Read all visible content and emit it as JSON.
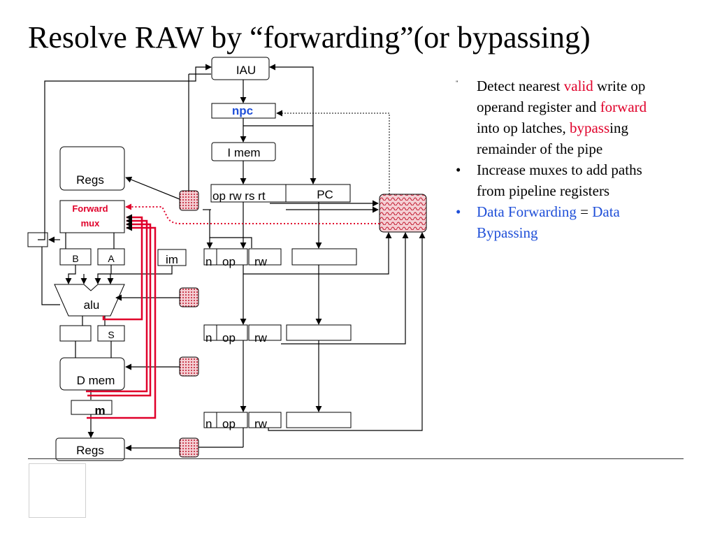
{
  "slide": {
    "title": "Resolve RAW by “forwarding”(or bypassing)"
  },
  "bullets": {
    "b1": {
      "mark": "\"",
      "t1": "Detect nearest ",
      "t2": "valid",
      "t3": " write op operand register and ",
      "t4": "forward",
      "t5": " into op latches, ",
      "t6": "bypass",
      "t7": "ing remainder of the pipe"
    },
    "b2": {
      "mark": "•",
      "text": "Increase muxes to add paths from pipeline registers"
    },
    "b3": {
      "mark": "•",
      "t1": "Data Forwarding",
      "t2": " = ",
      "t3": "Data Bypassing"
    }
  },
  "diagram": {
    "iau": "IAU",
    "npc": "npc",
    "imem": "I mem",
    "regs_top": "Regs",
    "forward": "Forward",
    "mux": "mux",
    "decode_fields": "op rw rs rt",
    "pc": "PC",
    "b": "B",
    "a": "A",
    "im": "im",
    "n": "n",
    "op": "op",
    "rw": "rw",
    "alu": "alu",
    "s": "S",
    "dmem": "D mem",
    "m": "m",
    "regs_bottom": "Regs"
  },
  "colors": {
    "forward_path": "#e0002a",
    "npc_text": "#1f4fd8",
    "pattern_fill": "#f4cfd4",
    "pattern_dots": "#c0142a"
  }
}
